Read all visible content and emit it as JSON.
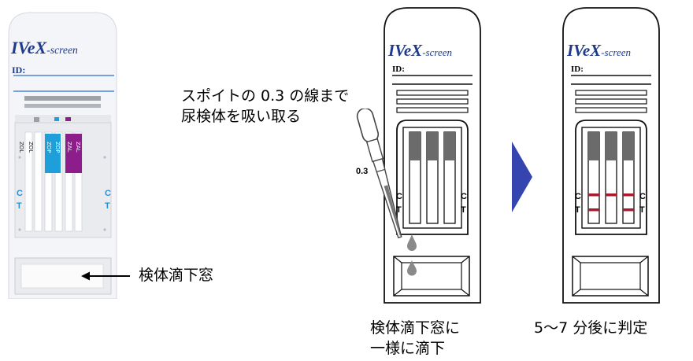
{
  "device": {
    "brand_main": "IVeX",
    "brand_suffix": "-screen",
    "id_label": "ID:",
    "c_label": "C",
    "t_label": "T",
    "strip_codes": {
      "s1": "ZOL",
      "s2": "ZOL",
      "s3": "ZOP",
      "s4": "ZOP",
      "s5": "ZAL",
      "s6": "ZAL"
    },
    "colors": {
      "blue_strip": "#1f9fd9",
      "purple_strip": "#8e1d8c",
      "brand": "#1e3a8a",
      "result_line": "#a51d2d",
      "arrow": "#3545b0"
    }
  },
  "labels": {
    "sample_window": "検体滴下窓",
    "pipette_instruction": [
      "スポイトの 0.3 の線まで",
      "尿検体を吸い取る"
    ],
    "pipette_mark": "0.3",
    "drop_instruction": [
      "検体滴下窓に",
      "一様に滴下"
    ],
    "judge_instruction": "5～7 分後に判定"
  }
}
